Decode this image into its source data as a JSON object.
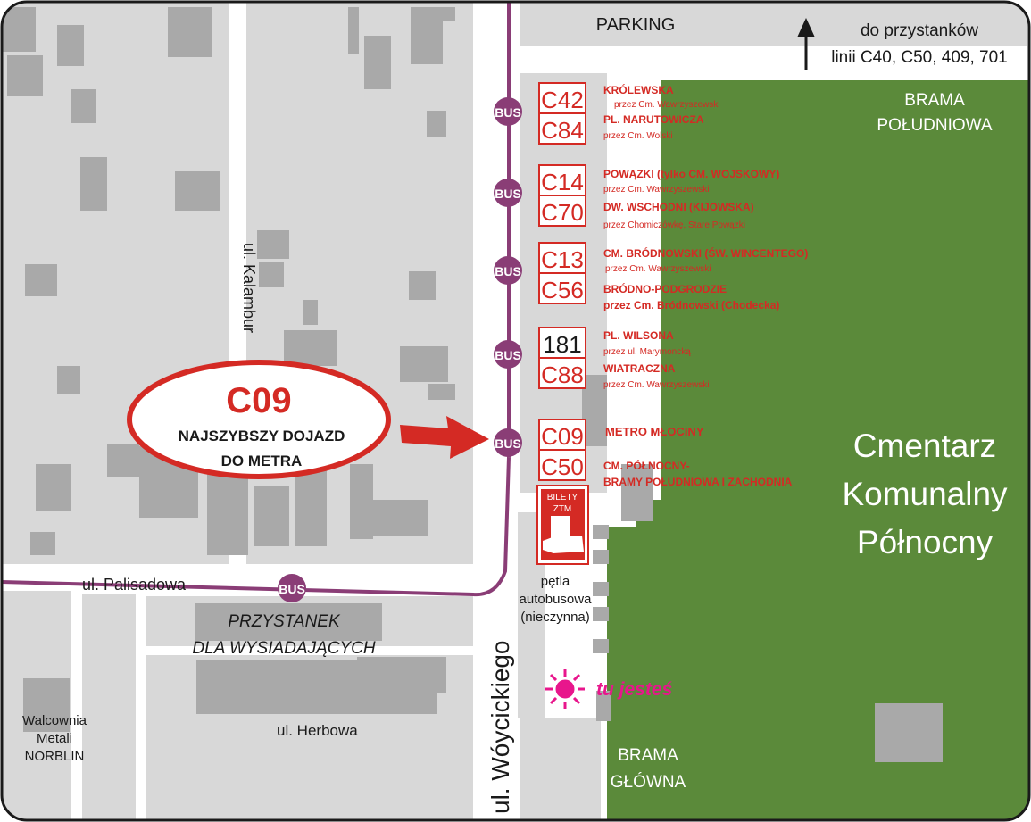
{
  "labels": {
    "parking": "PARKING",
    "stops_note_line1": "do przystanków",
    "stops_note_line2": "linii C40, C50, 409, 701",
    "gate_south_line1": "BRAMA",
    "gate_south_line2": "POŁUDNIOWA",
    "gate_main_line1": "BRAMA",
    "gate_main_line2": "GŁÓWNA",
    "cemetery_line1": "Cmentarz",
    "cemetery_line2": "Komunalny",
    "cemetery_line3": "Północny",
    "street_kalambur": "ul. Kalambur",
    "street_palisadowa": "ul. Palisadowa",
    "street_herbowa": "ul. Herbowa",
    "street_woycickiego": "ul. Wóycickiego",
    "alight_line1": "PRZYSTANEK",
    "alight_line2": "DLA WYSIADAJĄCYCH",
    "walcownia_line1": "Walcownia",
    "walcownia_line2": "Metali",
    "walcownia_line3": "NORBLIN",
    "loop_line1": "pętla",
    "loop_line2": "autobusowa",
    "loop_line3": "(nieczynna)",
    "you_are_here": "tu jesteś",
    "bus_badge": "BUS"
  },
  "callout": {
    "route": "C09",
    "line1": "NAJSZYBSZY DOJAZD",
    "line2": "DO METRA"
  },
  "tickets": {
    "line1": "BILETY",
    "line2": "ZTM"
  },
  "stops": [
    {
      "routes": [
        {
          "number": "C42",
          "destination": "KRÓLEWSKA",
          "via": "przez Cm. Wawrzyszewski",
          "color": "red"
        },
        {
          "number": "C84",
          "destination": "PL. NARUTOWICZA",
          "via": "przez Cm. Wolski",
          "color": "red"
        }
      ]
    },
    {
      "routes": [
        {
          "number": "C14",
          "destination": "POWĄZKI (tylko CM. WOJSKOWY)",
          "via": "przez Cm. Wawrzyszewski",
          "color": "red"
        },
        {
          "number": "C70",
          "destination": "DW. WSCHODNI (KIJOWSKA)",
          "via": "przez Chomiczówkę, Stare Powązki",
          "color": "red"
        }
      ]
    },
    {
      "routes": [
        {
          "number": "C13",
          "destination": "CM. BRÓDNOWSKI (ŚW. WINCENTEGO)",
          "via": "przez Cm. Wawrzyszewski",
          "color": "red"
        },
        {
          "number": "C56",
          "destination": "BRÓDNO-PODGRODZIE",
          "via": "przez Cm. Bródnowski (Chodecka)",
          "color": "red"
        }
      ]
    },
    {
      "routes": [
        {
          "number": "181",
          "destination": "PL. WILSONA",
          "via": "przez ul. Marymoncką",
          "color": "black"
        },
        {
          "number": "C88",
          "destination": "WIATRACZNA",
          "via": "przez Cm. Wawrzyszewski",
          "color": "red"
        }
      ]
    },
    {
      "routes": [
        {
          "number": "C09",
          "destination": "METRO MŁOCINY",
          "via": "",
          "color": "red"
        },
        {
          "number": "C50",
          "destination": "CM. PÓŁNOCNY-",
          "via": "BRAMY POŁUDNIOWA I ZACHODNIA",
          "color": "red"
        }
      ]
    }
  ],
  "colors": {
    "route_red": "#d42a24",
    "route_black": "#1a1a1a",
    "bus_purple": "#8a3d76",
    "cemetery_green": "#5b8a3a",
    "block_grey": "#a8a8a8",
    "area_grey": "#d6d6d6",
    "you_are_here_pink": "#e8168c"
  },
  "icons": [
    "north-arrow-icon",
    "bus-stop-icon",
    "callout-arrow-icon",
    "ticket-hand-icon",
    "sun-marker-icon"
  ]
}
